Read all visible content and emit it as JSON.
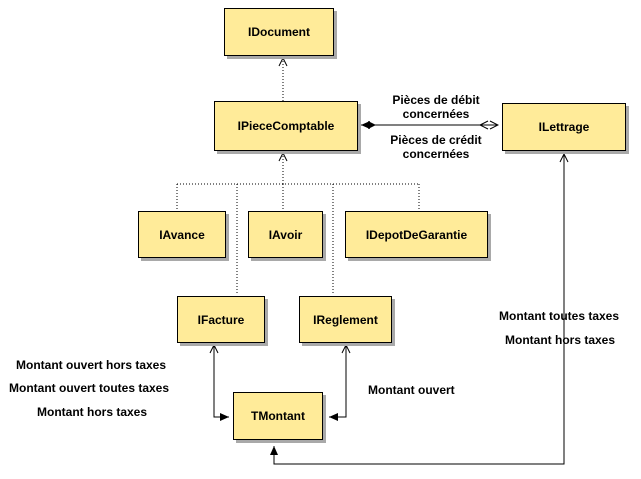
{
  "colors": {
    "box_fill": "#ffeb99",
    "box_border": "#000000",
    "box_shadow": "#a9a9a9",
    "background": "#ffffff"
  },
  "nodes": {
    "idocument": "IDocument",
    "ipiececomptable": "IPieceComptable",
    "ilettrage": "ILettrage",
    "iavance": "IAvance",
    "iavoir": "IAvoir",
    "idepotdegarantie": "IDepotDeGarantie",
    "ifacture": "IFacture",
    "ireglement": "IReglement",
    "tmontant": "TMontant"
  },
  "labels": {
    "debit_line1": "Pièces de débit",
    "debit_line2": "concernées",
    "credit_line1": "Pièces de crédit",
    "credit_line2": "concernées",
    "facture_1": "Montant ouvert hors taxes",
    "facture_2": "Montant ouvert toutes taxes",
    "facture_3": "Montant hors taxes",
    "reglement_1": "Montant ouvert",
    "lettrage_1": "Montant toutes taxes",
    "lettrage_2": "Montant hors taxes"
  }
}
